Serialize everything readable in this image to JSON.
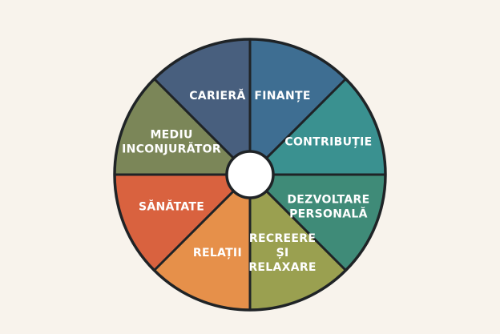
{
  "wheel": {
    "segments": [
      {
        "id": "finante",
        "lines": [
          "FINANȚE"
        ],
        "color": "#3e6e92"
      },
      {
        "id": "contributie",
        "lines": [
          "CONTRIBUȚIE"
        ],
        "color": "#3a9190"
      },
      {
        "id": "dezvoltare",
        "lines": [
          "DEZVOLTARE",
          "PERSONALĂ"
        ],
        "color": "#3f8b78"
      },
      {
        "id": "recreere",
        "lines": [
          "RECREERE",
          "ȘI",
          "RELAXARE"
        ],
        "color": "#9aa050"
      },
      {
        "id": "relatii",
        "lines": [
          "RELAȚII"
        ],
        "color": "#e6904a"
      },
      {
        "id": "sanatate",
        "lines": [
          "SĂNĂTATE"
        ],
        "color": "#d9623f"
      },
      {
        "id": "mediu",
        "lines": [
          "MEDIU",
          "INCONJURĂTOR"
        ],
        "color": "#7b8658"
      },
      {
        "id": "cariera",
        "lines": [
          "CARIERĂ"
        ],
        "color": "#485f7e"
      }
    ],
    "outline_color": "#1f2326",
    "hub_color": "#ffffff"
  }
}
